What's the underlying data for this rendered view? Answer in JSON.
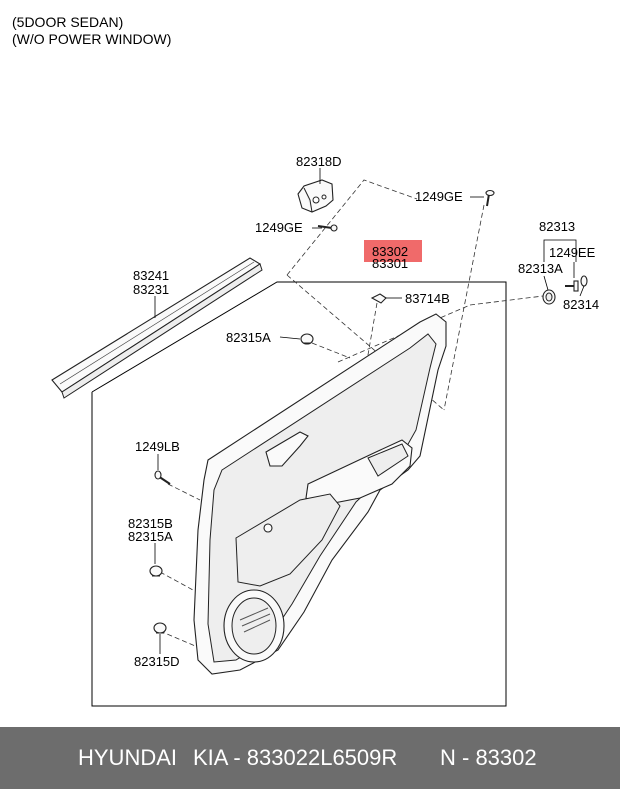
{
  "header": {
    "line1": "(5DOOR SEDAN)",
    "line2": "(W/O POWER WINDOW)"
  },
  "labels": {
    "p82318D": "82318D",
    "p1249GE_a": "1249GE",
    "p1249GE_b": "1249GE",
    "p83302": "83302",
    "p83301": "83301",
    "p82313": "82313",
    "p1249EE": "1249EE",
    "p82313A": "82313A",
    "p82314": "82314",
    "p83241": "83241",
    "p83231": "83231",
    "p83714B": "83714B",
    "p82315A_top": "82315A",
    "p1249LB": "1249LB",
    "p82315B": "82315B",
    "p82315A_mid": "82315A",
    "p82315D": "82315D"
  },
  "highlight_color": "#f06a6a",
  "footer": {
    "brand": "HYUNDAI",
    "maker": "KIA - 833022L6509R",
    "number": "N - 83302"
  }
}
